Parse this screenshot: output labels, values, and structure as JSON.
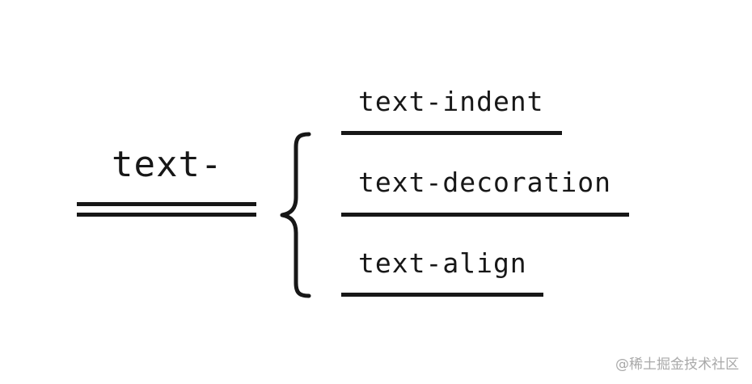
{
  "diagram": {
    "root": {
      "label": "text-"
    },
    "branches": [
      {
        "label": "text-indent"
      },
      {
        "label": "text-decoration"
      },
      {
        "label": "text-align"
      }
    ],
    "connector": "curly-brace",
    "colors": {
      "ink": "#171717",
      "watermark": "#a9a9a9",
      "background": "#ffffff"
    }
  },
  "watermark": {
    "text": "@稀土掘金技术社区"
  }
}
